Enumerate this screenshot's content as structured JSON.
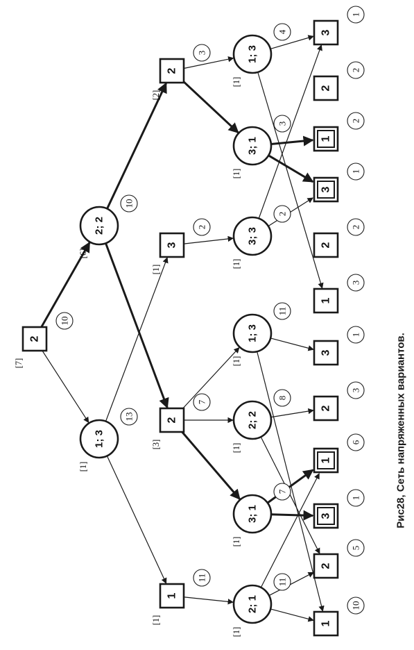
{
  "caption": "Рис28, Сеть напряженных вариантов.",
  "nodes": [
    {
      "id": "root",
      "shape": "square",
      "label": "2",
      "badge": "10",
      "bracket": "[7]"
    },
    {
      "id": "c_1_3_top",
      "shape": "circle",
      "label": "1; 3",
      "badge": "13",
      "bracket": "[1]"
    },
    {
      "id": "c_2_2_top",
      "shape": "circle",
      "label": "2; 2",
      "badge": "10",
      "bracket": "[6]"
    },
    {
      "id": "s1_a",
      "shape": "square",
      "label": "1",
      "badge": "11",
      "bracket": "[1]"
    },
    {
      "id": "s2_b",
      "shape": "square",
      "label": "2",
      "badge": "7",
      "bracket": "[3]"
    },
    {
      "id": "s3_c",
      "shape": "square",
      "label": "3",
      "badge": "2",
      "bracket": "[1]"
    },
    {
      "id": "s2_d",
      "shape": "square",
      "label": "2",
      "badge": "3",
      "bracket": "[2]"
    },
    {
      "id": "c_2_1",
      "shape": "circle",
      "label": "2; 1",
      "badge": "11",
      "bracket": "[1]"
    },
    {
      "id": "c_3_1_a",
      "shape": "circle",
      "label": "3; 1",
      "badge": "7",
      "bracket": "[1]"
    },
    {
      "id": "c_2_2_b",
      "shape": "circle",
      "label": "2; 2",
      "badge": "8",
      "bracket": "[1]"
    },
    {
      "id": "c_1_3_b",
      "shape": "circle",
      "label": "1; 3",
      "badge": "11",
      "bracket": "[1]"
    },
    {
      "id": "c_3_3",
      "shape": "circle",
      "label": "3; 3",
      "badge": "2",
      "bracket": "[1]"
    },
    {
      "id": "c_3_1_b",
      "shape": "circle",
      "label": "3; 1",
      "badge": "3",
      "bracket": "[1]"
    },
    {
      "id": "c_1_3_c",
      "shape": "circle",
      "label": "1; 3",
      "badge": "4",
      "bracket": "[1]"
    },
    {
      "id": "L1",
      "shape": "square",
      "label": "1",
      "badge": "10",
      "bracket": ""
    },
    {
      "id": "L2",
      "shape": "square",
      "label": "2",
      "badge": "5",
      "bracket": ""
    },
    {
      "id": "L3",
      "shape": "double-square",
      "label": "3",
      "badge": "1",
      "bracket": ""
    },
    {
      "id": "L4",
      "shape": "double-square",
      "label": "1",
      "badge": "6",
      "bracket": ""
    },
    {
      "id": "L5",
      "shape": "square",
      "label": "2",
      "badge": "3",
      "bracket": ""
    },
    {
      "id": "L6",
      "shape": "square",
      "label": "3",
      "badge": "1",
      "bracket": ""
    },
    {
      "id": "L7",
      "shape": "square",
      "label": "1",
      "badge": "3",
      "bracket": ""
    },
    {
      "id": "L8",
      "shape": "square",
      "label": "2",
      "badge": "2",
      "bracket": ""
    },
    {
      "id": "L9",
      "shape": "double-square",
      "label": "3",
      "badge": "1",
      "bracket": ""
    },
    {
      "id": "L10",
      "shape": "double-square",
      "label": "1",
      "badge": "2",
      "bracket": ""
    },
    {
      "id": "L11",
      "shape": "square",
      "label": "2",
      "badge": "2",
      "bracket": ""
    },
    {
      "id": "L12",
      "shape": "square",
      "label": "3",
      "badge": "1",
      "bracket": ""
    }
  ],
  "edges": [
    {
      "from": "root",
      "to": "c_1_3_top",
      "bold": false
    },
    {
      "from": "root",
      "to": "c_2_2_top",
      "bold": true
    },
    {
      "from": "c_1_3_top",
      "to": "s1_a",
      "bold": false
    },
    {
      "from": "c_1_3_top",
      "to": "s3_c",
      "bold": false
    },
    {
      "from": "c_2_2_top",
      "to": "s2_b",
      "bold": true
    },
    {
      "from": "c_2_2_top",
      "to": "s2_d",
      "bold": true
    },
    {
      "from": "s1_a",
      "to": "c_2_1",
      "bold": false
    },
    {
      "from": "s2_b",
      "to": "c_3_1_a",
      "bold": true
    },
    {
      "from": "s2_b",
      "to": "c_2_2_b",
      "bold": false
    },
    {
      "from": "s2_b",
      "to": "c_1_3_b",
      "bold": false
    },
    {
      "from": "s3_c",
      "to": "c_3_3",
      "bold": false
    },
    {
      "from": "s2_d",
      "to": "c_3_1_b",
      "bold": true
    },
    {
      "from": "s2_d",
      "to": "c_1_3_c",
      "bold": false
    },
    {
      "from": "c_2_1",
      "to": "L1",
      "bold": false
    },
    {
      "from": "c_2_1",
      "to": "L2",
      "bold": false
    },
    {
      "from": "c_2_1",
      "to": "L4",
      "bold": false
    },
    {
      "from": "c_3_1_a",
      "to": "L3",
      "bold": true
    },
    {
      "from": "c_3_1_a",
      "to": "L4",
      "bold": true
    },
    {
      "from": "c_2_2_b",
      "to": "L2",
      "bold": false
    },
    {
      "from": "c_2_2_b",
      "to": "L5",
      "bold": false
    },
    {
      "from": "c_1_3_b",
      "to": "L1",
      "bold": false
    },
    {
      "from": "c_1_3_b",
      "to": "L6",
      "bold": false
    },
    {
      "from": "c_3_3",
      "to": "L9",
      "bold": false
    },
    {
      "from": "c_3_3",
      "to": "L12",
      "bold": false
    },
    {
      "from": "c_3_1_b",
      "to": "L9",
      "bold": true
    },
    {
      "from": "c_3_1_b",
      "to": "L10",
      "bold": true
    },
    {
      "from": "c_1_3_c",
      "to": "L7",
      "bold": false
    },
    {
      "from": "c_1_3_c",
      "to": "L12",
      "bold": false
    }
  ]
}
